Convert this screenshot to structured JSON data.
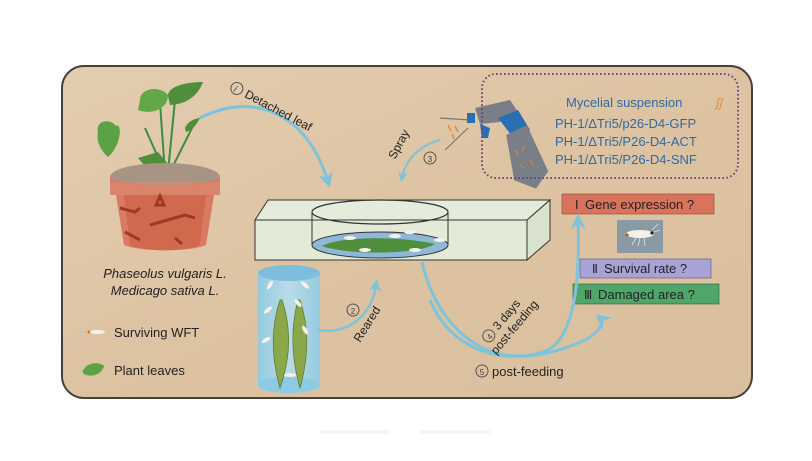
{
  "steps": {
    "step1": {
      "number": "①",
      "label": "Detached leaf"
    },
    "step2": {
      "number": "②",
      "label": "Reared"
    },
    "step3": {
      "number": "③",
      "label": "Spray"
    },
    "step4": {
      "number": "④",
      "line1": "3 days",
      "line2": "post-feeding"
    },
    "step5": {
      "number": "⑤",
      "label": "post-feeding"
    }
  },
  "plants": {
    "species1": "Phaseolus vulgaris L.",
    "species2": "Medicago sativa L."
  },
  "legend": {
    "items": [
      {
        "icon": "thrips-icon",
        "label": "Surviving WFT"
      },
      {
        "icon": "leaf-icon",
        "label": "Plant leaves"
      }
    ]
  },
  "suspension": {
    "title": "Mycelial suspension",
    "title_icon": "hyphae-icon",
    "strains": [
      "PH-1/ΔTri5/p26-D4-GFP",
      "PH-1/ΔTri5/P26-D4-ACT",
      "PH-1/ΔTri5/P26-D4-SNF"
    ]
  },
  "outcomes": [
    {
      "numeral": "Ⅰ",
      "label": "Gene expression ?",
      "color": "#d9735c"
    },
    {
      "numeral": "Ⅱ",
      "label": "Survival rate ?",
      "color": "#a8a3d6"
    },
    {
      "numeral": "Ⅲ",
      "label": "Damaged area ?",
      "color": "#4fa66b"
    }
  ],
  "colors": {
    "panel_bg": "#dfc6a6",
    "arrow": "#7cc3dc",
    "text_blue": "#2d6aa3",
    "dotted_border": "#6b3f7a"
  }
}
